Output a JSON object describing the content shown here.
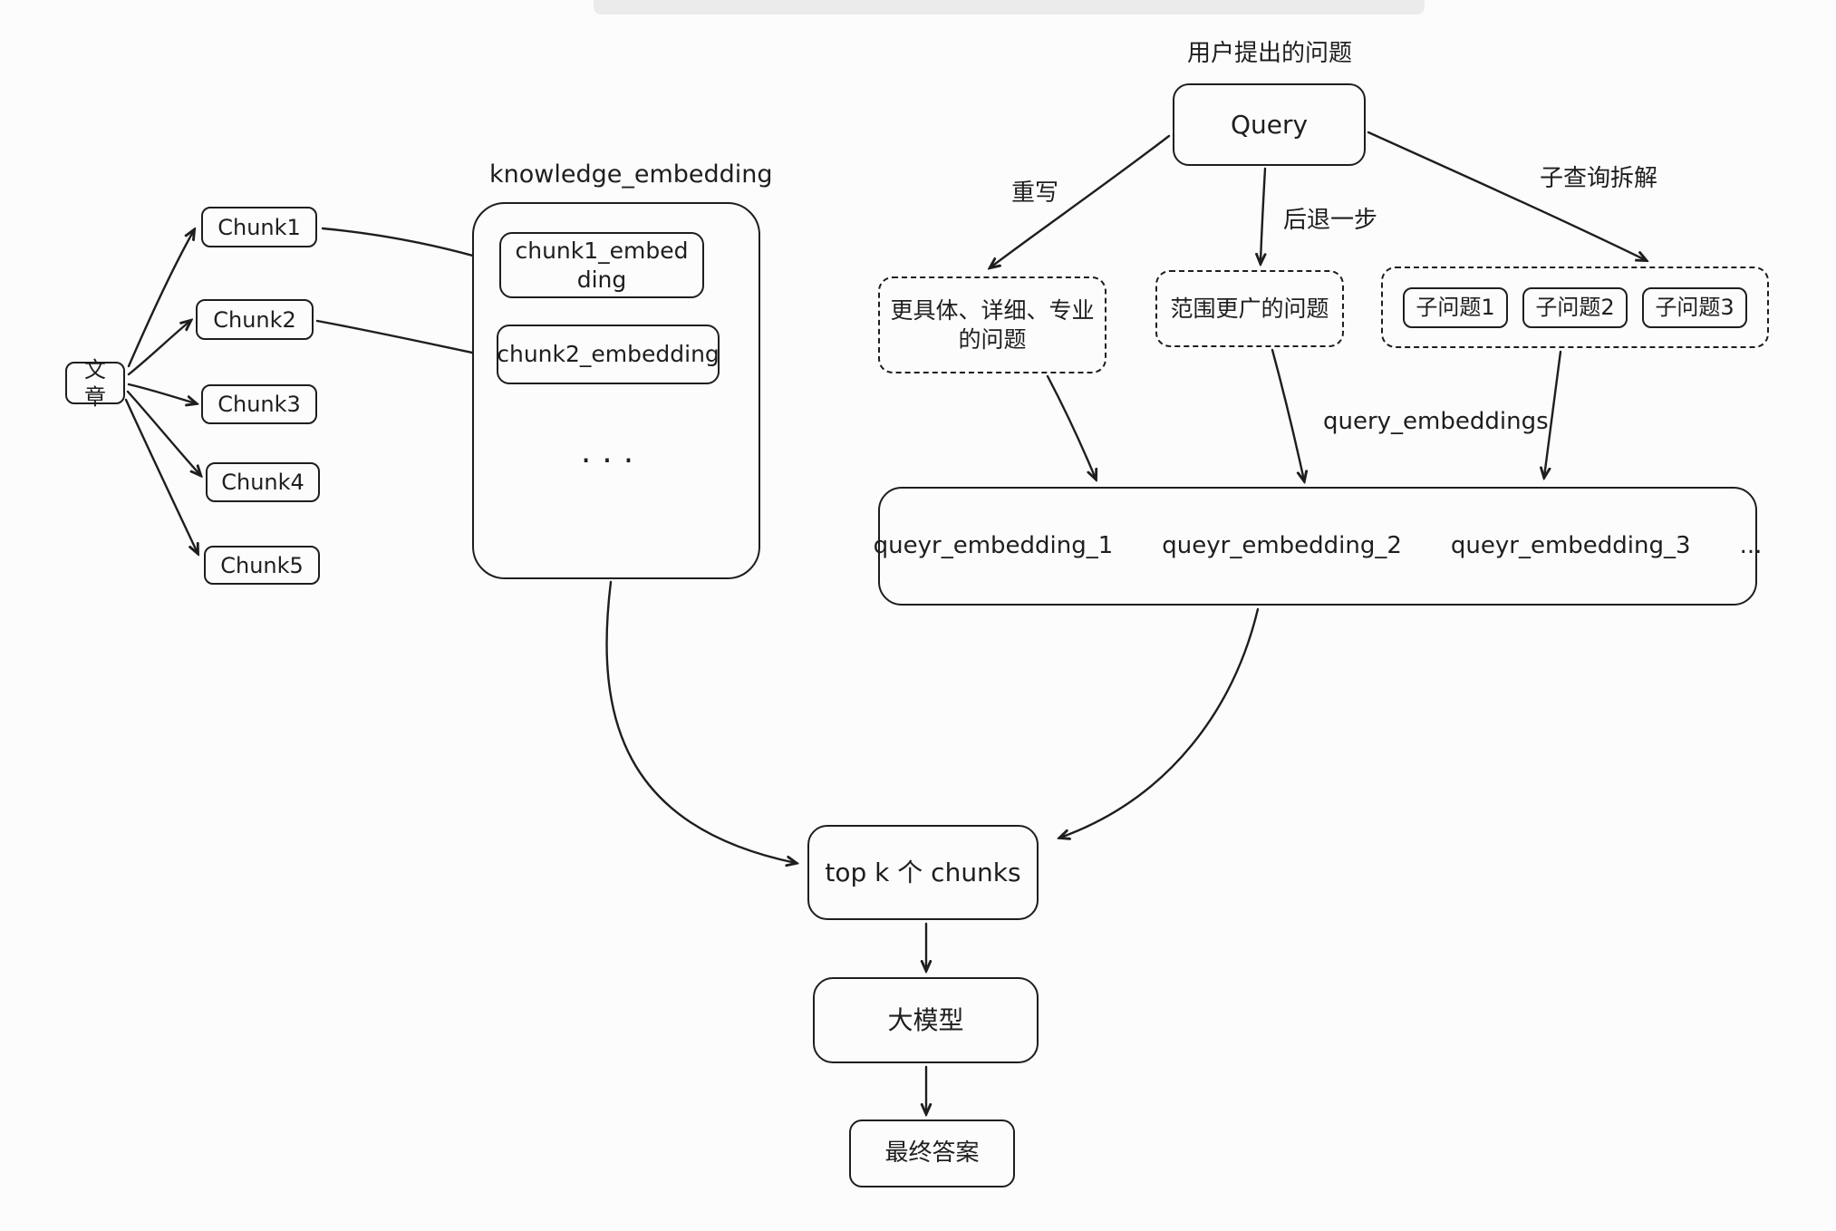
{
  "left": {
    "article": "文章",
    "chunks": [
      "Chunk1",
      "Chunk2",
      "Chunk3",
      "Chunk4",
      "Chunk5"
    ],
    "knowledge_embedding_label": "knowledge_embedding",
    "embedding_items": [
      "chunk1_embedding",
      "chunk2_embedding"
    ],
    "ellipsis": "..."
  },
  "right": {
    "user_question_label": "用户提出的问题",
    "query": "Query",
    "rewrite_label": "重写",
    "step_back_label": "后退一步",
    "subquery_label": "子查询拆解",
    "specific_question": "更具体、详细、专业的问题",
    "broader_question": "范围更广的问题",
    "sub_questions": [
      "子问题1",
      "子问题2",
      "子问题3"
    ],
    "query_embeddings_label": "query_embeddings",
    "embedding_row": [
      "queyr_embedding_1",
      "queyr_embedding_2",
      "queyr_embedding_3",
      "..."
    ]
  },
  "bottom": {
    "topk": "top k 个 chunks",
    "llm": "大模型",
    "final_answer": "最终答案"
  },
  "colors": {
    "stroke": "#1e1e1e",
    "background": "#fcfcfc"
  }
}
